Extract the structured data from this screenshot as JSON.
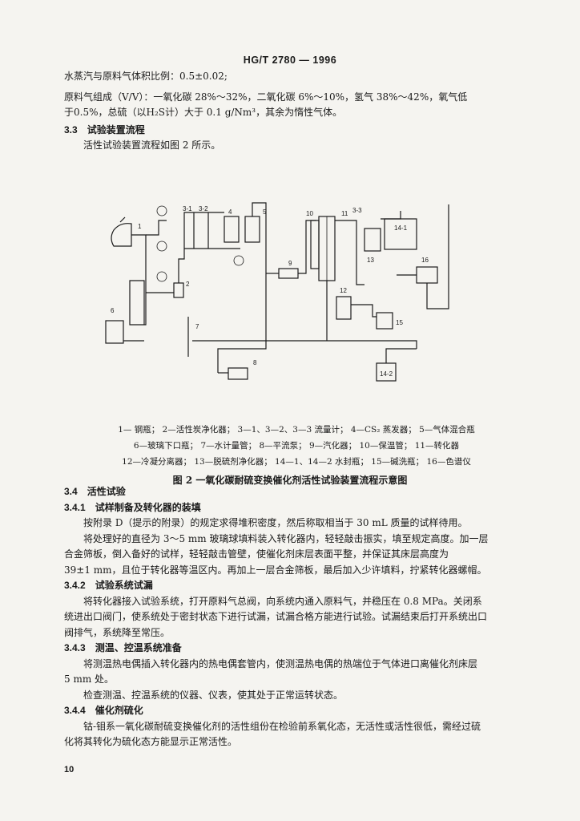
{
  "header": "HG/T 2780 — 1996",
  "intro": {
    "line1": "水蒸汽与原料气体积比例：0.5±0.02;",
    "line2": "原料气组成（V/V）：一氧化碳 28%～32%，二氧化碳 6%～10%，氢气 38%～42%，氧气低",
    "line3": "于0.5%，总硫（以H₂S计）大于 0.1 g/Nm³，其余为惰性气体。"
  },
  "s33": {
    "num": "3.3",
    "title": "试验装置流程",
    "text": "活性试验装置流程如图 2 所示。"
  },
  "figure": {
    "labels": [
      "1",
      "2",
      "3-1",
      "3-2",
      "3-3",
      "4",
      "5",
      "6",
      "7",
      "8",
      "9",
      "10",
      "11",
      "12",
      "13",
      "14-1",
      "14-2",
      "15",
      "16"
    ],
    "legend_line1": "1— 钢瓶；  2—活性炭净化器；  3—1、3—2、3—3 流量计；  4—CS₂ 蒸发器；  5—气体混合瓶",
    "legend_line2": "6—玻璃下口瓶；  7—水计量管；  8—平流泵；  9—汽化器；  10—保温管；  11—转化器",
    "legend_line3": "12—冷凝分离器；  13—脱硫剂净化器；  14—1、14—2 水封瓶；  15—碱洗瓶；  16—色谱仪",
    "caption": "图 2   一氧化碳耐硫变换催化剂活性试验装置流程示意图"
  },
  "s34": {
    "num": "3.4",
    "title": "活性试验"
  },
  "s341": {
    "num": "3.4.1",
    "title": "试样制备及转化器的装填",
    "p1": "按附录 D（提示的附录）的规定求得堆积密度，然后称取相当于 30 mL 质量的试样待用。",
    "p2a": "将处理好的直径为 3～5 mm 玻璃球填料装入转化器内，轻轻敲击振实，填至规定高度。加一层",
    "p2b": "合金筛板，倒入备好的试样，轻轻敲击管壁，使催化剂床层表面平整，并保证其床层高度为",
    "p2c": "39±1 mm，且位于转化器等温区内。再加上一层合金筛板，最后加入少许填料，拧紧转化器螺帽。"
  },
  "s342": {
    "num": "3.4.2",
    "title": "试验系统试漏",
    "p1a": "将转化器接入试验系统，打开原料气总阀，向系统内通入原料气，并稳压在 0.8 MPa。关闭系",
    "p1b": "统进出口阀门，使系统处于密封状态下进行试漏，试漏合格方能进行试验。试漏结束后打开系统出口",
    "p1c": "阀排气，系统降至常压。"
  },
  "s343": {
    "num": "3.4.3",
    "title": "测温、控温系统准备",
    "p1a": "将测温热电偶插入转化器内的热电偶套管内，使测温热电偶的热端位于气体进口离催化剂床层",
    "p1b": "5 mm 处。",
    "p2": "检查测温、控温系统的仪器、仪表，使其处于正常运转状态。"
  },
  "s344": {
    "num": "3.4.4",
    "title": "催化剂硫化",
    "p1a": "钴-钼系一氧化碳耐硫变换催化剂的活性组份在检验前系氧化态，无活性或活性很低，需经过硫",
    "p1b": "化将其转化为硫化态方能显示正常活性。"
  },
  "page_number": "10"
}
